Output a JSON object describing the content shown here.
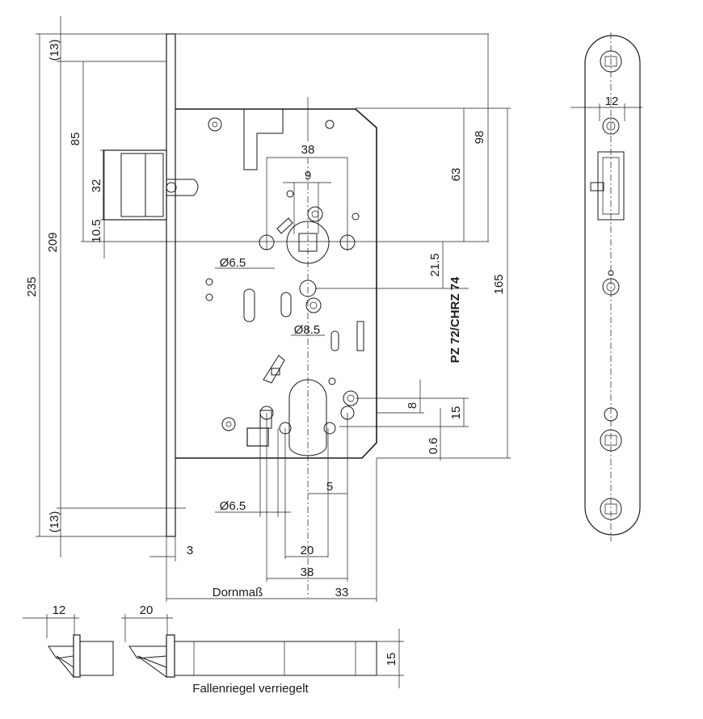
{
  "dims": {
    "d13_top": "(13)",
    "d235": "235",
    "d209": "209",
    "d85": "85",
    "d32": "32",
    "d10_5": "10.5",
    "d13_bot": "(13)",
    "d38_top": "38",
    "d9": "9",
    "d6_5_top": "Ø6.5",
    "d8_5": "Ø8.5",
    "d63": "63",
    "d98": "98",
    "d21_5": "21.5",
    "d165": "165",
    "d8": "8",
    "d15_right": "15",
    "d0_6": "0.6",
    "d5": "5",
    "d6_5_bot": "Ø6.5",
    "d3": "3",
    "d20": "20",
    "d38_bot": "38",
    "dornmass": "Dornmaß",
    "d33": "33",
    "d12_side": "12",
    "d12_bottom": "12",
    "d20_bottom": "20",
    "d15_bottom": "15"
  },
  "labels": {
    "pz": "PZ 72/CHRZ 74",
    "fallenriegel": "Fallenriegel verriegelt"
  }
}
